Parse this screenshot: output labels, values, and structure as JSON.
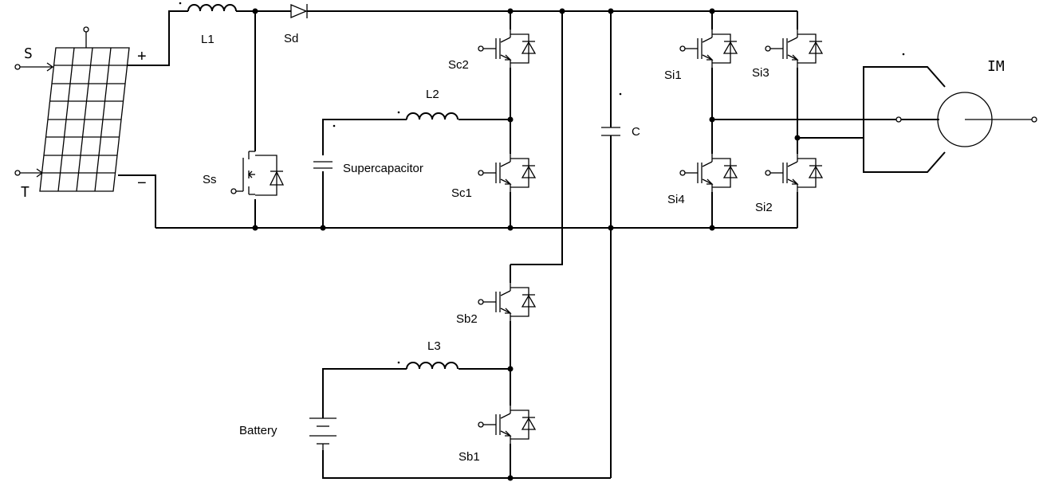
{
  "labels": {
    "pv_input_s": "S",
    "pv_input_t": "T",
    "pv_plus": "+",
    "pv_minus": "−",
    "L1": "L1",
    "Sd": "Sd",
    "Ss": "Ss",
    "supercapacitor": "Supercapacitor",
    "L2": "L2",
    "Sc2": "Sc2",
    "Sc1": "Sc1",
    "C": "C",
    "L3": "L3",
    "Sb2": "Sb2",
    "Sb1": "Sb1",
    "battery": "Battery",
    "Si1": "Si1",
    "Si3": "Si3",
    "Si4": "Si4",
    "Si2": "Si2",
    "motor": "IM"
  }
}
